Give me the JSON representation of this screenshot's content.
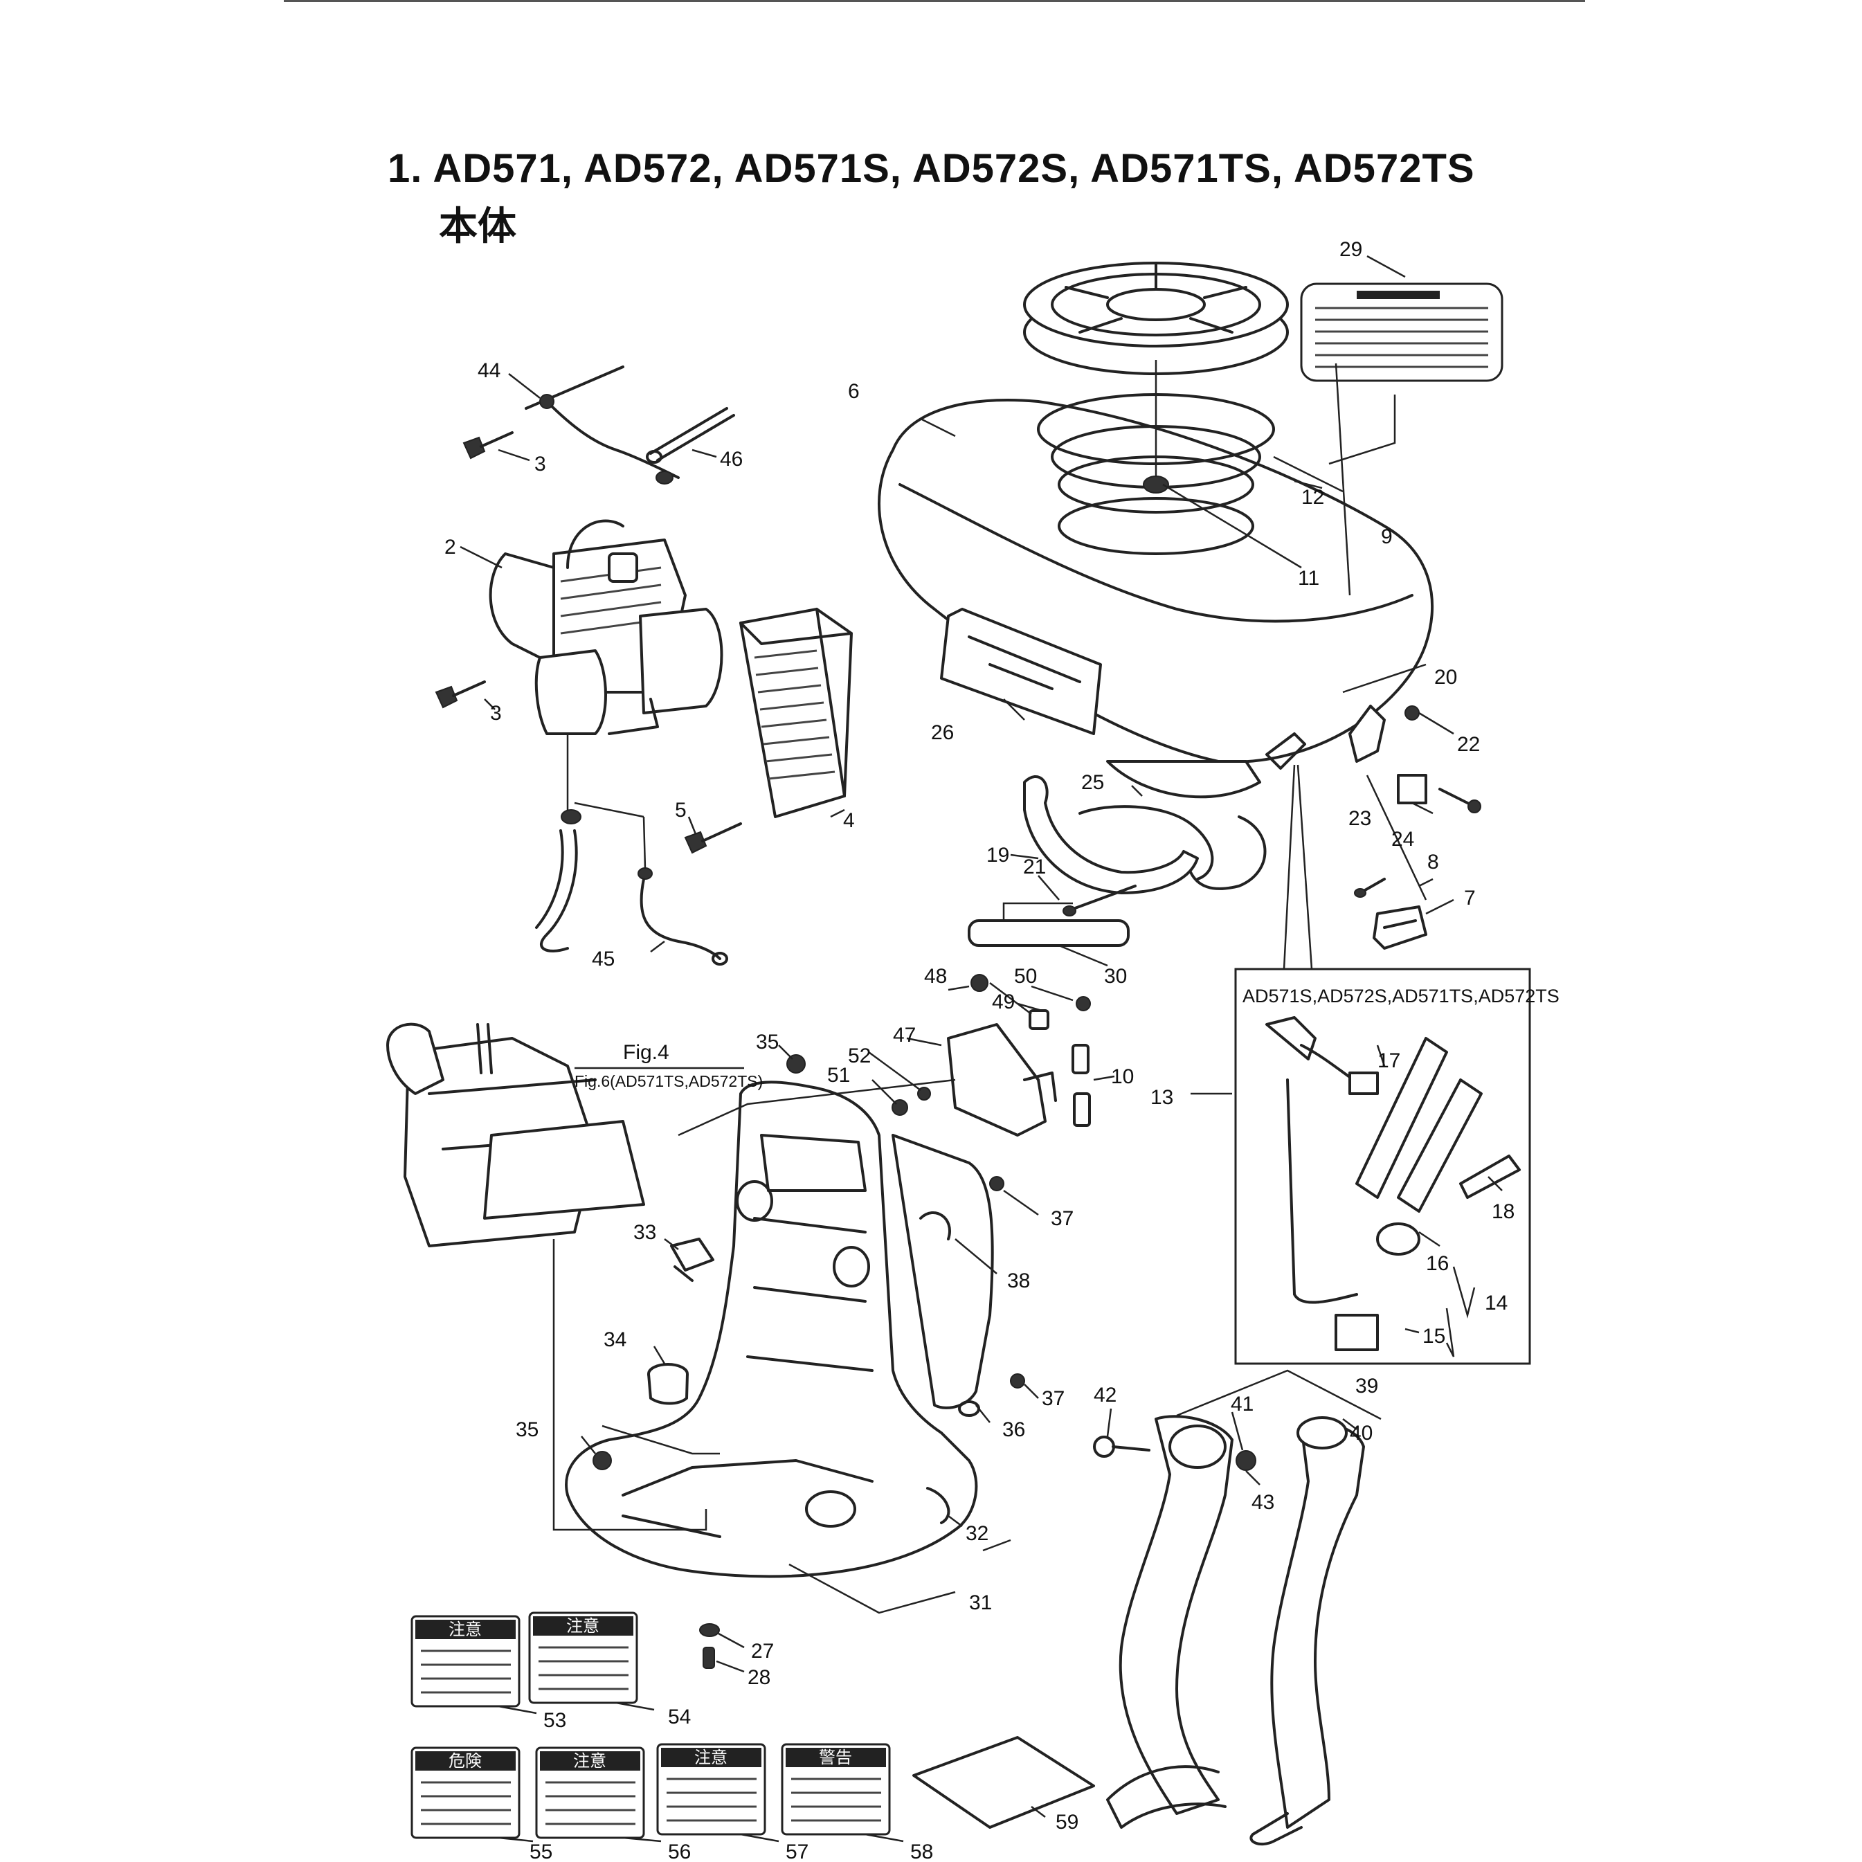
{
  "title": "1. AD571, AD572, AD571S, AD572S, AD571TS, AD572TS",
  "subtitle": "本体",
  "inset_title": "AD571S,AD572S,AD571TS,AD572TS",
  "fig_ref_1": "Fig.4",
  "fig_ref_2": "Fig.6(AD571TS,AD572TS)",
  "labels": {
    "p2": "2",
    "p3a": "3",
    "p3b": "3",
    "p4": "4",
    "p5": "5",
    "p6": "6",
    "p7": "7",
    "p8": "8",
    "p9": "9",
    "p10": "10",
    "p11": "11",
    "p12": "12",
    "p13": "13",
    "p14": "14",
    "p15": "15",
    "p16": "16",
    "p17": "17",
    "p18": "18",
    "p19": "19",
    "p20": "20",
    "p21": "21",
    "p22": "22",
    "p23": "23",
    "p24": "24",
    "p25": "25",
    "p26": "26",
    "p27": "27",
    "p28": "28",
    "p29": "29",
    "p30": "30",
    "p31": "31",
    "p32": "32",
    "p33": "33",
    "p34": "34",
    "p35a": "35",
    "p35b": "35",
    "p36": "36",
    "p37a": "37",
    "p37b": "37",
    "p38": "38",
    "p39": "39",
    "p40": "40",
    "p41": "41",
    "p42": "42",
    "p43": "43",
    "p44": "44",
    "p45": "45",
    "p46": "46",
    "p47": "47",
    "p48": "48",
    "p49": "49",
    "p50": "50",
    "p51": "51",
    "p52": "52",
    "p53": "53",
    "p54": "54",
    "p55": "55",
    "p56": "56",
    "p57": "57",
    "p58": "58",
    "p59": "59"
  },
  "warning_labels": {
    "l53": "注意",
    "l54": "注意",
    "l55": "危険",
    "l56": "注意",
    "l57": "注意",
    "l58": "警告"
  }
}
